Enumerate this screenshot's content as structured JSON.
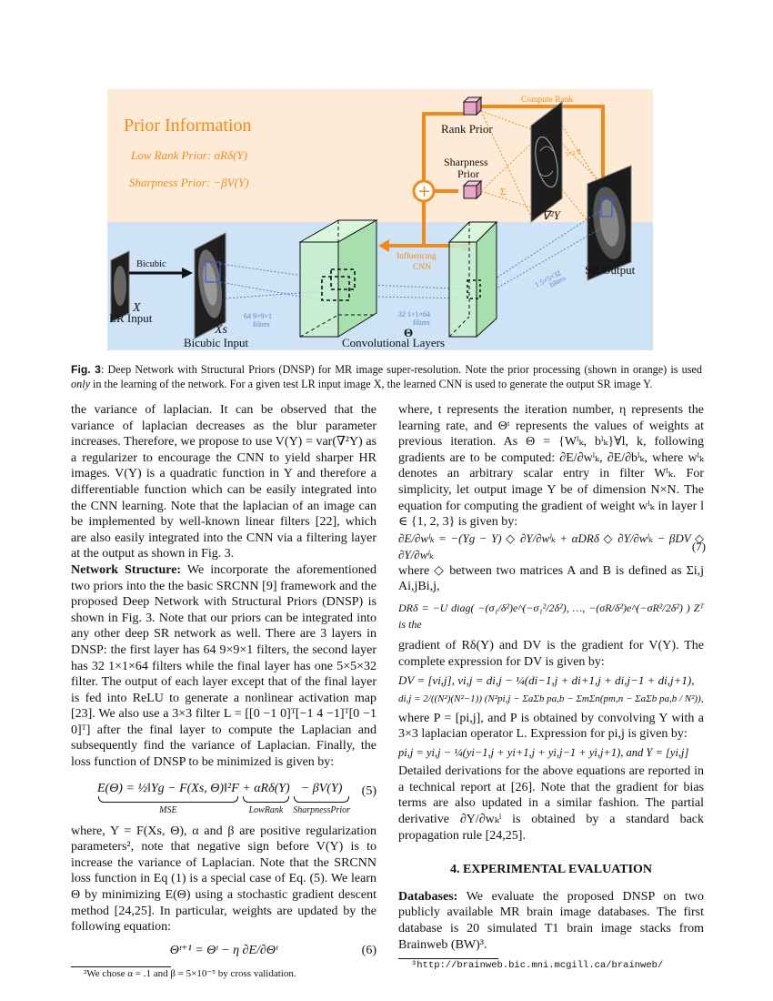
{
  "figure": {
    "prior_title": "Prior Information",
    "low_rank_label": "Low Rank Prior: αRδ(Y)",
    "sharpness_label": "Sharpness Prior: −βV(Y)",
    "compute_rank": "Compute Rank",
    "rank_prior": "Rank Prior",
    "sharpness_prior_1": "Sharpness",
    "sharpness_prior_2": "Prior",
    "sigma": "Σ",
    "laplacian": "∇²Y",
    "influencing_1": "Influencing",
    "influencing_2": "CNN",
    "bicubic_arrow": "Bicubic",
    "x_label": "X",
    "lr_input": "LR Input",
    "xs_label": "Xs",
    "bicubic_input": "Bicubic Input",
    "filters1_1": "64 9×9×1",
    "filters1_2": "filters",
    "filters2_1": "32 1×1×64",
    "filters2_2": "filters",
    "filters3_1": "1 5×5×32",
    "filters3_2": "filters",
    "theta": "Θ",
    "conv_layers": "Convolutional Layers",
    "y_label": "Y",
    "sr_output": "SR Output",
    "nabla_small": "3×3 ∇"
  },
  "caption": {
    "label": "Fig. 3",
    "text": ": Deep Network with Structural Priors (DNSP) for MR image super-resolution. Note the prior processing (shown in orange) is used",
    "line2_em": "only",
    "line2": " in the learning of the network. For a given test LR input image X, the learned CNN is used to generate the output SR image Y."
  },
  "left": {
    "p1": "the variance of laplacian. It can be observed that the variance of laplacian decreases as the blur parameter increases. Therefore, we propose to use V(Y) = var(∇²Y) as a regularizer to encourage the CNN to yield sharper HR images. V(Y) is a quadratic function in Y and therefore a differentiable function which can be easily integrated into the CNN learning. Note that the laplacian of an image can be implemented by well-known linear filters [22], which are also easily integrated into the CNN via a filtering layer at the output as shown in Fig. 3.",
    "net_head": "Network Structure:",
    "p2": " We incorporate the aforementioned two priors into the the basic SRCNN [9] framework and the proposed Deep Network with Structural Priors (DNSP) is shown in Fig. 3. Note that our priors can be integrated into any other deep SR network as well. There are 3 layers in DNSP: the first layer has 64 9×9×1 filters, the second layer has 32 1×1×64 filters while the final layer has one 5×5×32 filter. The output of each layer except that of the final layer is fed into ReLU to generate a nonlinear activation map [23]. We also use a 3×3 filter L = [[0 −1 0]ᵀ[−1 4 −1]ᵀ[0 −1 0]ᵀ] after the final layer to compute the Laplacian and subsequently find the variance of Laplacian. Finally, the loss function of DNSP to be minimized is given by:",
    "eq5_lhs": "E(Θ) = ½‖Yg − F(Xs, Θ)‖²F",
    "eq5_lowrank": "+ αRδ(Y)",
    "eq5_sharp": "− βV(Y)",
    "eq5_mse": "MSE",
    "eq5_lr": "LowRank",
    "eq5_sp": "SharpnessPrior",
    "eq5_num": "(5)",
    "p3": "where, Y = F(Xs, Θ), α and β are positive regularization parameters², note that negative sign before V(Y) is to increase the variance of Laplacian. Note that the SRCNN loss function in Eq (1) is a special case of Eq. (5). We learn Θ by minimizing E(Θ) using a stochastic gradient descent method [24,25]. In particular, weights are updated by the following equation:",
    "eq6": "Θᵗ⁺¹ = Θᵗ − η ∂E/∂Θᵗ",
    "eq6_num": "(6)",
    "footnote": "²We chose α = .1 and β = 5×10⁻⁵ by cross validation."
  },
  "right": {
    "p1": "where, t represents the iteration number, η represents the learning rate, and Θᵗ represents the values of weights at previous iteration. As Θ = {Wˡₖ, bˡₖ}∀l, k, following gradients are to be computed: ∂E/∂wˡₖ, ∂E/∂bˡₖ, where wˡₖ denotes an arbitrary scalar entry in filter Wˡₖ. For simplicity, let output image Y be of dimension N×N. The equation for computing the gradient of weight wˡₖ in layer l ∈ {1, 2, 3} is given by:",
    "eq7": "∂E/∂wˡₖ = −(Yg − Y) ◇ ∂Y/∂wˡₖ + αDRδ ◇ ∂Y/∂wˡₖ − βDV ◇ ∂Y/∂wˡₖ",
    "eq7_num": "(7)",
    "p2": "where ◇ between two matrices A and B is defined as Σi,j Ai,jBi,j,",
    "eq_dr": "DRδ = −U diag( −(σ₁/δ²)e^(−σ₁²/2δ²), …, −(σR/δ²)e^(−σR²/2δ²) ) Zᵀ is the",
    "p3": "gradient of Rδ(Y) and DV is the gradient for V(Y). The complete expression for DV is given by:",
    "eq_dv": "DV = [vi,j], vi,j = di,j − ¼(di−1,j + di+1,j + di,j−1 + di,j+1),",
    "eq_d": "di,j = 2/((N²)(N²−1)) (N²pi,j − ΣaΣb pa,b − ΣmΣn(pm,n − ΣaΣb pa,b / N²)),",
    "p4": "where P = [pi,j], and P is obtained by convolving Y with a 3×3 laplacian operator L. Expression for pi,j is given by:",
    "eq_p": "pi,j = yi,j − ¼(yi−1,j + yi+1,j + yi,j−1 + yi,j+1), and Y = [yi,j]",
    "p5": "Detailed derivations for the above equations are reported in a technical report at [26]. Note that the gradient for bias terms are also updated in a similar fashion. The partial derivative ∂Y/∂wₖˡ is obtained by a standard back propagation rule [24,25].",
    "section": "4. EXPERIMENTAL EVALUATION",
    "db_head": "Databases:",
    "p6": " We evaluate the proposed DNSP on two publicly available MR brain image databases. The first database is 20 simulated T1 brain image stacks from Brainweb (BW)³.",
    "footnote": "³http://brainweb.bic.mni.mcgill.ca/brainweb/"
  },
  "colors": {
    "orange": "#f08a1d",
    "prior_bg": "#fdebd7",
    "cnn_bg": "#cfe3f7",
    "cube": "#c6efcb"
  }
}
